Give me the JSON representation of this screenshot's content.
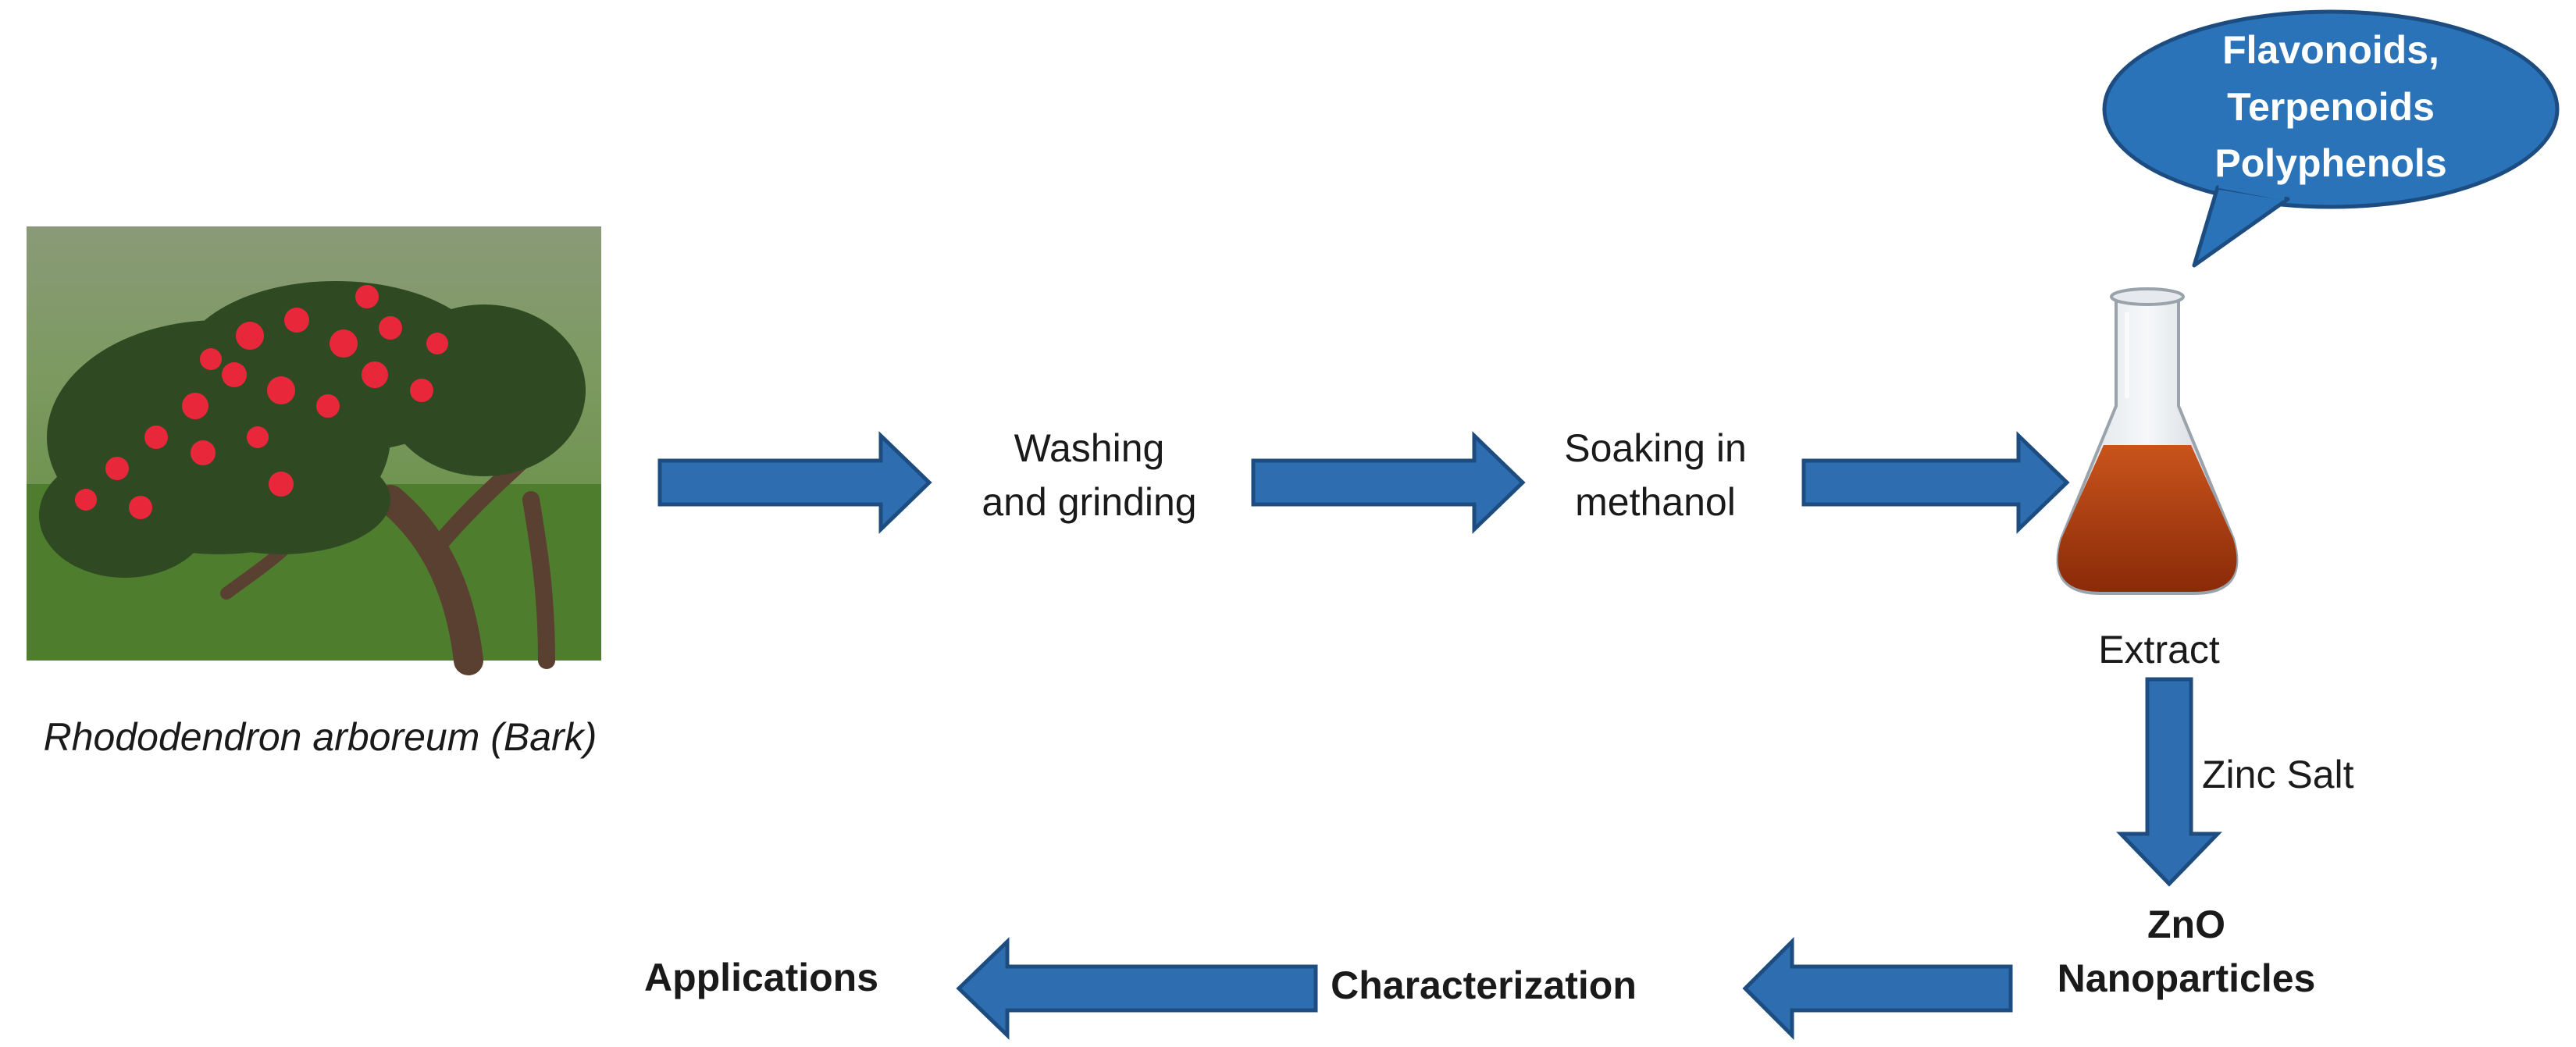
{
  "colors": {
    "arrow_fill": "#2e6eb0",
    "arrow_stroke": "#1d4d80",
    "bubble_fill": "#2a73b8",
    "extract_liquid": "#b43c10"
  },
  "images": {
    "plant": "rhododendron-tree-photo",
    "flask": "erlenmeyer-flask-with-extract"
  },
  "labels": {
    "plant_caption": "Rhododendron arboreum  (Bark)",
    "step_washing": "Washing\nand grinding",
    "step_soaking": "Soaking in\nmethanol",
    "extract": "Extract",
    "zinc_salt": "Zinc Salt",
    "zno": "ZnO\nNanoparticles",
    "characterization": "Characterization",
    "applications": "Applications"
  },
  "bubble": {
    "text": "Flavonoids,\nTerpenoids\nPolyphenols"
  }
}
